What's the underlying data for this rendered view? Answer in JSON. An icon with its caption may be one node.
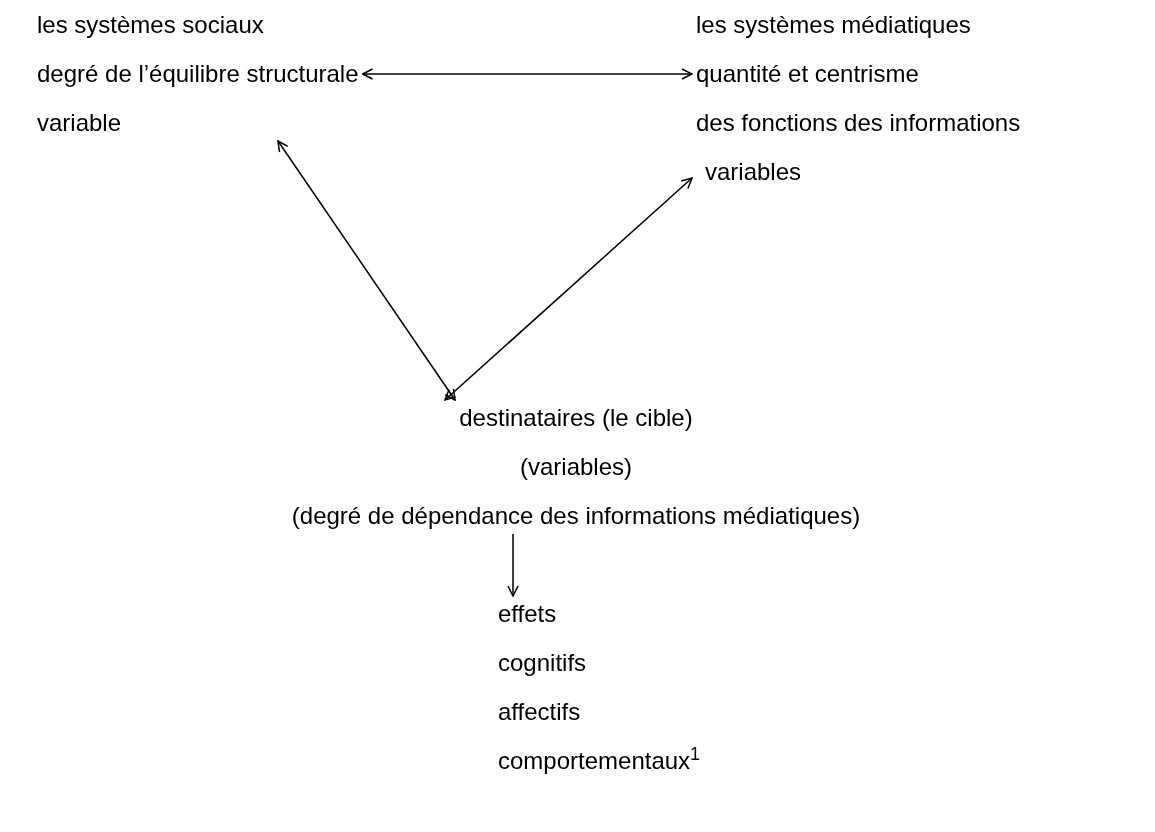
{
  "diagram": {
    "nodes": [
      {
        "text": [
          "les systèmes sociaux",
          "degré de l’équilibre structurale",
          "variable"
        ]
      },
      {
        "text": [
          "les systèmes médiatiques",
          "quantité et centrisme",
          "des fonctions des informations",
          "variables"
        ]
      },
      {
        "text": [
          "destinataires (le cible)",
          "(variables)",
          "(degré de dépendance des informations médiatiques)"
        ]
      },
      {
        "text": [
          "effets",
          "cognitifs",
          "affectifs",
          "comportementaux$^{1}$"
        ]
      }
    ],
    "edges": [
      {
        "from": 0,
        "to": 1,
        "arrow": "both"
      },
      {
        "from": 0,
        "to": 2,
        "arrow": "both"
      },
      {
        "from": 1,
        "to": 2,
        "arrow": "both"
      },
      {
        "from": 2,
        "to": 3,
        "arrow": "to"
      }
    ]
  }
}
